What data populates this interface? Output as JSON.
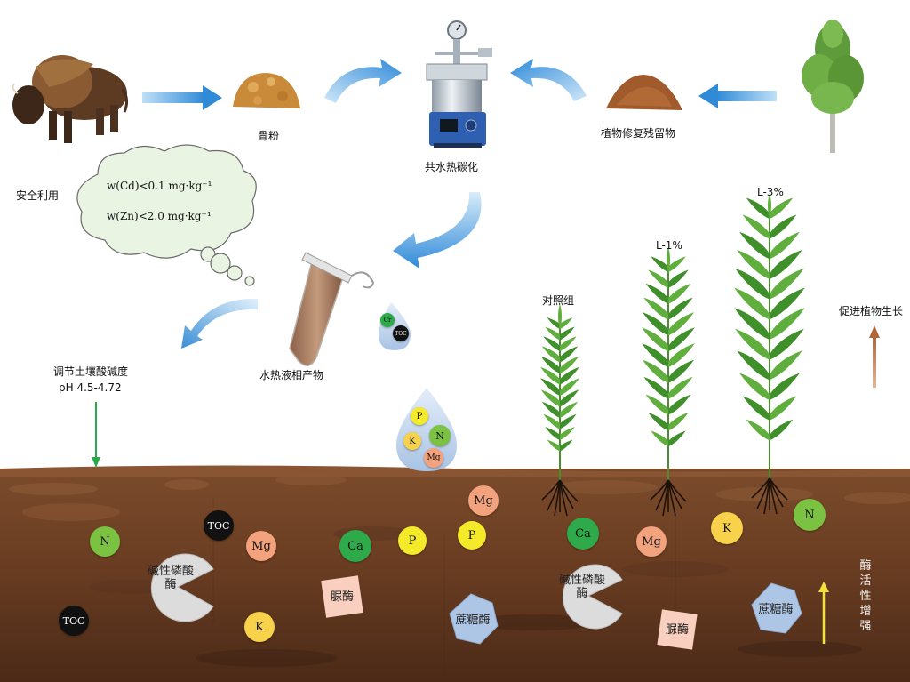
{
  "labels": {
    "bone_powder": "骨粉",
    "co_htc": "共水热碳化",
    "plant_residue": "植物修复残留物",
    "safe_use": "安全利用",
    "cloud_cd": "w(Cd)<0.1 mg·kg⁻¹",
    "cloud_zn": "w(Zn)<2.0 mg·kg⁻¹",
    "liquid_product": "水热液相产物",
    "adjust_ph": "调节土壤酸碱度",
    "ph_range": "pH  4.5-4.72",
    "control": "对照组",
    "l1": "L-1%",
    "l3": "L-3%",
    "promote": "促进植物生长",
    "enzyme_up": "酶活性增强"
  },
  "enzymes": {
    "alkaline_phosphatase": "碱性磷酸酶",
    "urease": "脲酶",
    "sucrase": "蔗糖酶"
  },
  "elements": {
    "N": "N",
    "Mg": "Mg",
    "Ca": "Ca",
    "P": "P",
    "K": "K",
    "TOC": "TOC",
    "Cr": "Cr"
  },
  "colors": {
    "arrow_blue": "#3a8fd6",
    "soil_top": "#7a4a2a",
    "soil_bottom": "#4a2a18",
    "cloud_fill": "#e8f3e2",
    "N": "#7cc242",
    "Mg": "#f2a27c",
    "Ca": "#2eaa4a",
    "P": "#f5ea2a",
    "K": "#f7d24a",
    "TOC": "#111111"
  }
}
